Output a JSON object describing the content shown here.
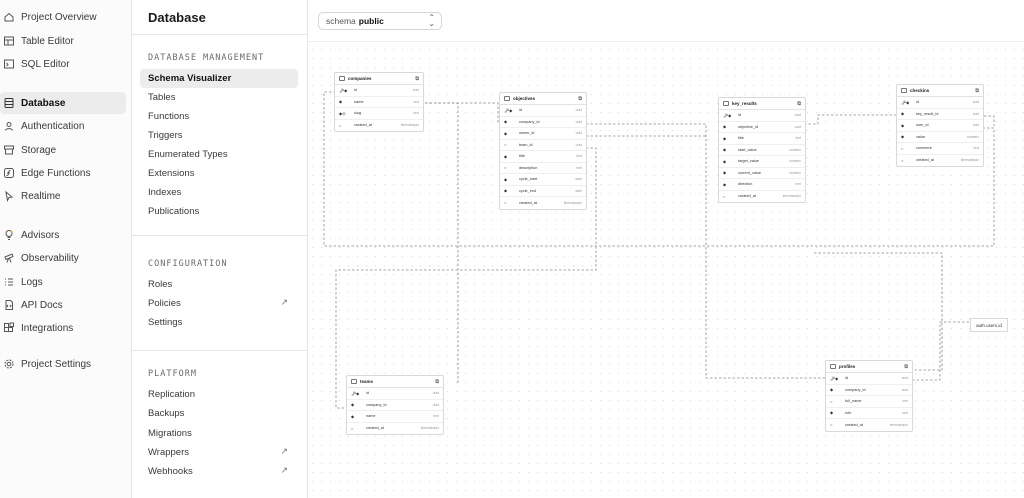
{
  "nav": {
    "items": [
      {
        "label": "Project Overview",
        "icon": "home-icon"
      },
      {
        "label": "Table Editor",
        "icon": "table-icon"
      },
      {
        "label": "SQL Editor",
        "icon": "terminal-icon"
      },
      {
        "label": "Database",
        "icon": "database-icon",
        "active": true
      },
      {
        "label": "Authentication",
        "icon": "users-icon"
      },
      {
        "label": "Storage",
        "icon": "archive-icon"
      },
      {
        "label": "Edge Functions",
        "icon": "function-icon"
      },
      {
        "label": "Realtime",
        "icon": "pointer-icon"
      },
      {
        "label": "Advisors",
        "icon": "lightbulb-icon"
      },
      {
        "label": "Observability",
        "icon": "telescope-icon"
      },
      {
        "label": "Logs",
        "icon": "list-icon"
      },
      {
        "label": "API Docs",
        "icon": "file-code-icon"
      },
      {
        "label": "Integrations",
        "icon": "blocks-icon"
      },
      {
        "label": "Project Settings",
        "icon": "gear-icon"
      }
    ]
  },
  "menu": {
    "title": "Database",
    "sections": [
      {
        "heading": "DATABASE MANAGEMENT",
        "items": [
          {
            "label": "Schema Visualizer",
            "active": true
          },
          {
            "label": "Tables"
          },
          {
            "label": "Functions"
          },
          {
            "label": "Triggers"
          },
          {
            "label": "Enumerated Types"
          },
          {
            "label": "Extensions"
          },
          {
            "label": "Indexes"
          },
          {
            "label": "Publications"
          }
        ]
      },
      {
        "heading": "CONFIGURATION",
        "items": [
          {
            "label": "Roles"
          },
          {
            "label": "Policies",
            "external": true
          },
          {
            "label": "Settings"
          }
        ]
      },
      {
        "heading": "PLATFORM",
        "items": [
          {
            "label": "Replication"
          },
          {
            "label": "Backups"
          },
          {
            "label": "Migrations"
          },
          {
            "label": "Wrappers",
            "external": true
          },
          {
            "label": "Webhooks",
            "external": true
          }
        ]
      }
    ]
  },
  "schema": {
    "prefix": "schema",
    "value": "public"
  },
  "external_glyph": "↗",
  "tables": [
    {
      "name": "companies",
      "columns": [
        {
          "name": "id",
          "type": "uuid",
          "marker": "pk"
        },
        {
          "name": "name",
          "type": "text",
          "marker": "nn"
        },
        {
          "name": "slug",
          "type": "text",
          "marker": "unique"
        },
        {
          "name": "created_at",
          "type": "timestamptz",
          "marker": "nullable"
        }
      ]
    },
    {
      "name": "objectives",
      "columns": [
        {
          "name": "id",
          "type": "uuid",
          "marker": "pk"
        },
        {
          "name": "company_id",
          "type": "uuid",
          "marker": "nn"
        },
        {
          "name": "owner_id",
          "type": "uuid",
          "marker": "nn"
        },
        {
          "name": "team_id",
          "type": "uuid",
          "marker": "nullable"
        },
        {
          "name": "title",
          "type": "text",
          "marker": "nn"
        },
        {
          "name": "description",
          "type": "text",
          "marker": "nullable"
        },
        {
          "name": "cycle_start",
          "type": "date",
          "marker": "nn"
        },
        {
          "name": "cycle_end",
          "type": "date",
          "marker": "nn"
        },
        {
          "name": "created_at",
          "type": "timestamptz",
          "marker": "nullable"
        }
      ]
    },
    {
      "name": "key_results",
      "columns": [
        {
          "name": "id",
          "type": "uuid",
          "marker": "pk"
        },
        {
          "name": "objective_id",
          "type": "uuid",
          "marker": "nn"
        },
        {
          "name": "title",
          "type": "text",
          "marker": "nn"
        },
        {
          "name": "start_value",
          "type": "numeric",
          "marker": "nn"
        },
        {
          "name": "target_value",
          "type": "numeric",
          "marker": "nn"
        },
        {
          "name": "current_value",
          "type": "numeric",
          "marker": "nn"
        },
        {
          "name": "direction",
          "type": "text",
          "marker": "nn"
        },
        {
          "name": "created_at",
          "type": "timestamptz",
          "marker": "nullable"
        }
      ]
    },
    {
      "name": "checkins",
      "columns": [
        {
          "name": "id",
          "type": "uuid",
          "marker": "pk"
        },
        {
          "name": "key_result_id",
          "type": "uuid",
          "marker": "nn"
        },
        {
          "name": "user_id",
          "type": "uuid",
          "marker": "nn"
        },
        {
          "name": "value",
          "type": "numeric",
          "marker": "nn"
        },
        {
          "name": "comment",
          "type": "text",
          "marker": "nullable"
        },
        {
          "name": "created_at",
          "type": "timestamptz",
          "marker": "nullable"
        }
      ]
    },
    {
      "name": "teams",
      "columns": [
        {
          "name": "id",
          "type": "uuid",
          "marker": "pk"
        },
        {
          "name": "company_id",
          "type": "uuid",
          "marker": "nn"
        },
        {
          "name": "name",
          "type": "text",
          "marker": "nn"
        },
        {
          "name": "created_at",
          "type": "timestamptz",
          "marker": "nullable"
        }
      ]
    },
    {
      "name": "profiles",
      "columns": [
        {
          "name": "id",
          "type": "uuid",
          "marker": "pk"
        },
        {
          "name": "company_id",
          "type": "uuid",
          "marker": "nn"
        },
        {
          "name": "full_name",
          "type": "text",
          "marker": "nullable"
        },
        {
          "name": "role",
          "type": "text",
          "marker": "nn"
        },
        {
          "name": "created_at",
          "type": "timestamptz",
          "marker": "nullable"
        }
      ]
    }
  ],
  "auth_ref": "auth.users.id"
}
